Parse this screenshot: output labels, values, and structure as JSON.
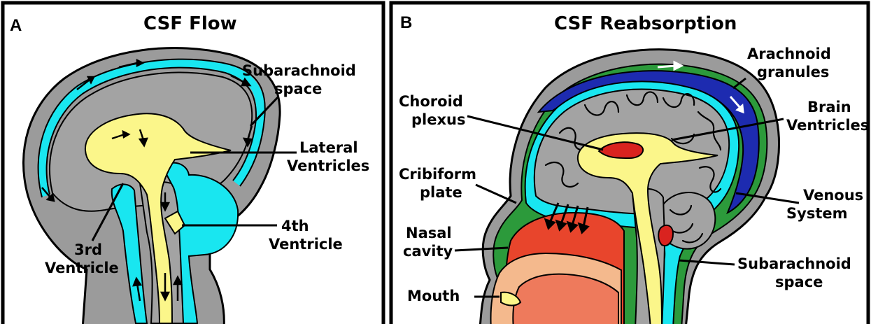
{
  "panels": [
    {
      "letter": "A",
      "title": "CSF Flow",
      "labels": {
        "subarachnoid_l1": "Subarachnoid",
        "subarachnoid_l2": "space",
        "lateral_l1": "Lateral",
        "lateral_l2": "Ventricles",
        "fourth_l1": "4th",
        "fourth_l2": "Ventricle",
        "third_l1": "3rd",
        "third_l2": "Ventricle"
      }
    },
    {
      "letter": "B",
      "title": "CSF Reabsorption",
      "labels": {
        "arachnoid_l1": "Arachnoid",
        "arachnoid_l2": "granules",
        "choroid_l1": "Choroid",
        "choroid_l2": "plexus",
        "brain_l1": "Brain",
        "brain_l2": "Ventricles",
        "cribiform_l1": "Cribiform",
        "cribiform_l2": "plate",
        "venous_l1": "Venous",
        "venous_l2": "System",
        "nasal_l1": "Nasal",
        "nasal_l2": "cavity",
        "subarachnoid_l1": "Subarachnoid",
        "subarachnoid_l2": "space",
        "mouth": "Mouth"
      }
    }
  ],
  "colors": {
    "tissue_gray": "#9b9b9b",
    "csf_cyan": "#19e6f0",
    "ventricle_yellow": "#fbf68a",
    "venous_blue": "#1d2bb0",
    "meninges_green": "#2c9a3b",
    "nasal_red": "#e8452c",
    "choroid_red": "#d9231f",
    "lip_peach": "#f4b98d",
    "mouth_salmon": "#ee7a5c"
  }
}
